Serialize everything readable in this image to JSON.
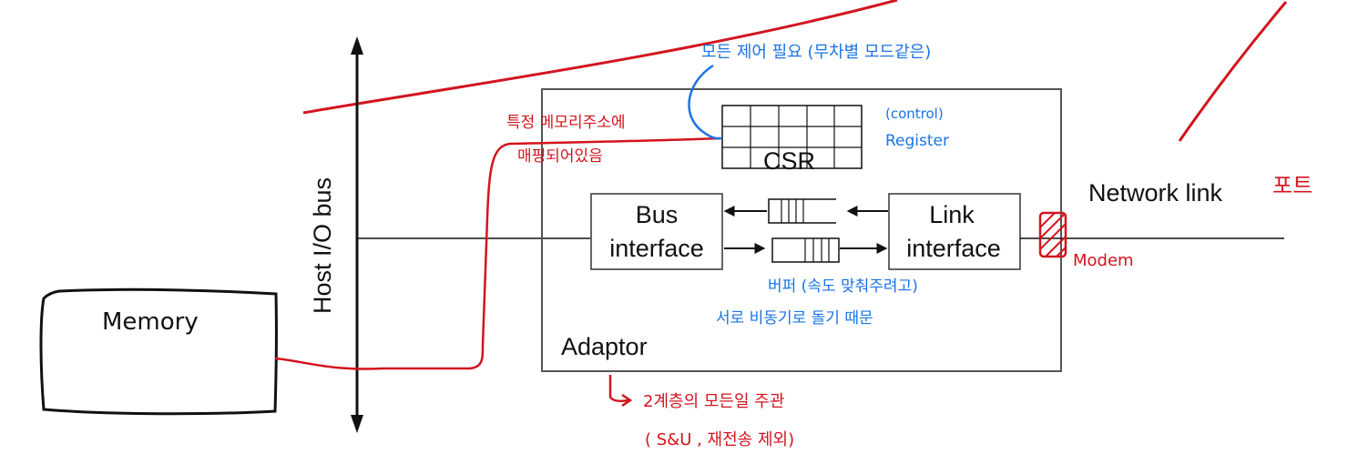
{
  "colors": {
    "ink": "#111111",
    "red_annotation": "#d2141e",
    "blue_annotation": "#1a73e8",
    "box_stroke": "#555555"
  },
  "diagram": {
    "bus_label": "Host I/O bus",
    "adaptor_label": "Adaptor",
    "csr_label": "CSR",
    "bus_interface": [
      "Bus",
      "interface"
    ],
    "link_interface": [
      "Link",
      "interface"
    ],
    "network_link_label": "Network link",
    "memory_label": "Memory"
  },
  "annotations": {
    "mode_control": "모든 제어 필요 (무차별 모드같은)",
    "control_register": [
      "(control)",
      "Register"
    ],
    "memory_mapped": [
      "특정 메모리주소에",
      "매핑되어있음"
    ],
    "port": "포트",
    "modem": "Modem",
    "buffer": [
      "버퍼 (속도 맞춰주려고)",
      "서로 비동기로 돌기 때문"
    ],
    "layer2": [
      "2계층의 모든일 주관",
      "( S&U , 재전송 제외)"
    ]
  }
}
